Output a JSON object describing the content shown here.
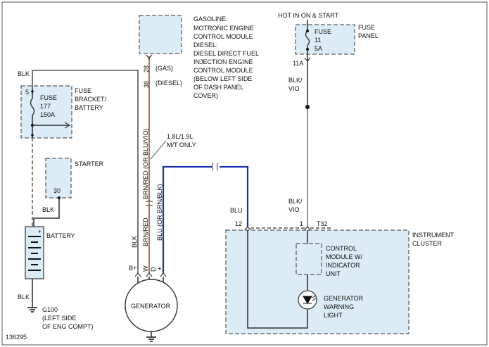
{
  "labels": {
    "ecm_line1": "GASOLINE:",
    "ecm_line2": "MOTRONIC ENGINE",
    "ecm_line3": "CONTROL MODULE",
    "ecm_line4": "DIESEL:",
    "ecm_line5": "DIESEL DIRECT FUEL",
    "ecm_line6": "INJECTION ENGINE",
    "ecm_line7": "CONTROL MODULE",
    "ecm_line8": "(BELOW LEFT SIDE",
    "ecm_line9": "OF DASH PANEL",
    "ecm_line10": "COVER)",
    "ecm_pin_gas": "28",
    "ecm_pin_diesel": "38",
    "gas_tag": "(GAS)",
    "diesel_tag": "(DIESEL)",
    "hot_in": "HOT IN ON & START",
    "fuse11_name": "FUSE",
    "fuse11_num": "11",
    "fuse11_amp": "5A",
    "fuse_panel_1": "FUSE",
    "fuse_panel_2": "PANEL",
    "pin_11a": "11A",
    "blk_vio_top_1": "BLK/",
    "blk_vio_top_2": "VIO",
    "blk_vio_bot_1": "BLK/",
    "blk_vio_bot_2": "VIO",
    "blk_top": "BLK",
    "fuse177_pin": "5",
    "fuse177_name": "FUSE",
    "fuse177_num": "177",
    "fuse177_amp": "150A",
    "fuse_bracket_1": "FUSE",
    "fuse_bracket_2": "BRACKET/",
    "fuse_bracket_3": "BATTERY",
    "starter": "STARTER",
    "starter_pin": "30",
    "blk_starter": "BLK",
    "battery": "BATTERY",
    "blk_ground": "BLK",
    "ground_1": "G100",
    "ground_2": "(LEFT SIDE",
    "ground_3": "OF ENG COMPT)",
    "note_1": "1.8L/1.9L",
    "note_2": "M/T ONLY",
    "brn_red_blu_vio": "BRN/RED (OR BLU/VIO)",
    "blu_brn_blk": "BLU (OR BRN/BLK)",
    "brn_red": "BRN/RED",
    "blk_gen": "BLK",
    "blu": "BLU",
    "pin_12": "12",
    "pin_1": "1",
    "connector": "T32",
    "cluster_1": "INSTRUMENT",
    "cluster_2": "CLUSTER",
    "module_1": "CONTROL",
    "module_2": "MODULE W/",
    "module_3": "INDICATOR",
    "module_4": "UNIT",
    "light_1": "GENERATOR",
    "light_2": "WARNING",
    "light_3": "LIGHT",
    "term_bplus": "B+",
    "term_w": "W",
    "term_d": "D",
    "term_plus": "+",
    "generator": "GENERATOR",
    "figure_id": "136295"
  }
}
